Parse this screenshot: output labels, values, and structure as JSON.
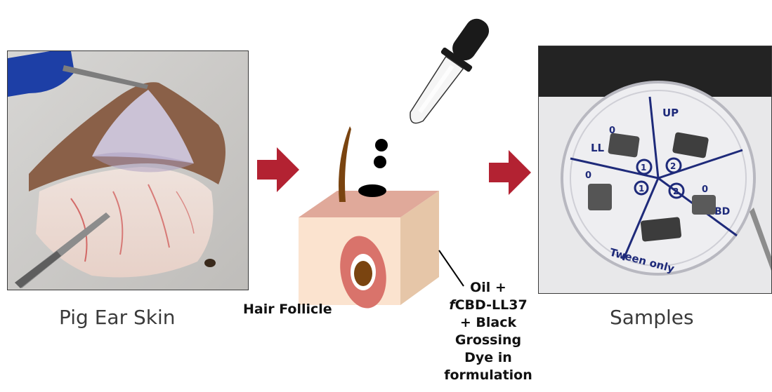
{
  "captions": {
    "left": "Pig Ear Skin",
    "right": "Samples"
  },
  "diagram": {
    "hair_follicle_label": "Hair Follicle",
    "formulation_label": {
      "line1": "Oil +",
      "line2_italic": "f",
      "line2_rest": "CBD-LL37",
      "line3": "+ Black",
      "line4": "Grossing",
      "line5": "Dye in",
      "line6": "formulation"
    }
  },
  "dish": {
    "labels": [
      "UP",
      "LL",
      "BD",
      "Tween only",
      "1",
      "2",
      "1",
      "2",
      "0",
      "0",
      "0"
    ]
  },
  "colors": {
    "arrow": "#b32232",
    "cube_top": "#e0a99a",
    "cube_front": "#fbe3cf",
    "cube_side": "#e6c6a8",
    "follicle_outer": "#d9736b",
    "hair": "#7a4410"
  }
}
